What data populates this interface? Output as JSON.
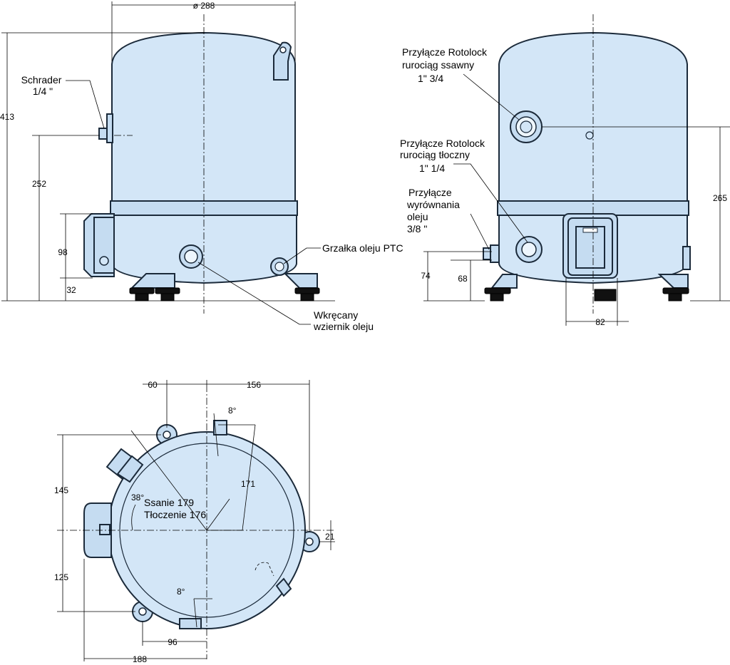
{
  "side_view": {
    "diameter": "ø 288",
    "height_total": "413",
    "height_schrader": "252",
    "height_box": "98",
    "height_base": "32",
    "schrader_label_line1": "Schrader",
    "schrader_label_line2": "1/4 \"",
    "heater_label": "Grzałka oleju PTC",
    "sightglass_label_line1": "Wkręcany",
    "sightglass_label_line2": "wziernik oleju"
  },
  "front_view": {
    "suction_label_line1": "Przyłącze Rotolock",
    "suction_label_line2": "rurociąg ssawny",
    "suction_label_line3": "1\" 3/4",
    "discharge_label_line1": "Przyłącze Rotolock",
    "discharge_label_line2": "rurociąg tłoczny",
    "discharge_label_line3": "1\" 1/4",
    "oil_label_line1": "Przyłącze",
    "oil_label_line2": "wyrównania",
    "oil_label_line3": "oleju",
    "oil_label_line4": "3/8 \"",
    "height_suction": "265",
    "height_oil_1": "74",
    "height_oil_2": "68",
    "width_box": "82"
  },
  "top_view": {
    "dim_60": "60",
    "dim_156": "156",
    "angle_8_top": "8°",
    "dim_171": "171",
    "dim_145": "145",
    "angle_38": "38°",
    "suction_text": "Ssanie 179",
    "discharge_text": "Tłoczenie 176",
    "dim_21": "21",
    "dim_125": "125",
    "angle_8_bottom": "8°",
    "dim_96": "96",
    "dim_188": "188"
  }
}
